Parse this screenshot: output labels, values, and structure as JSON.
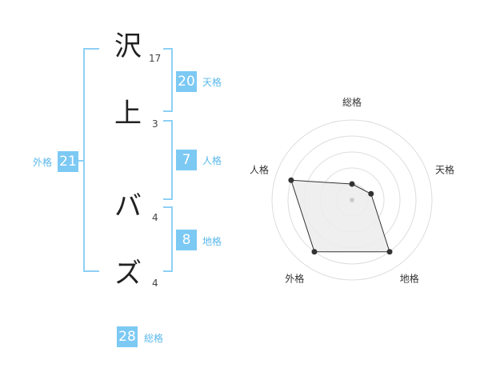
{
  "name": {
    "characters": [
      {
        "char": "沢",
        "strokes": "17"
      },
      {
        "char": "上",
        "strokes": "3"
      },
      {
        "char": "バ",
        "strokes": "4"
      },
      {
        "char": "ズ",
        "strokes": "4"
      }
    ]
  },
  "fortune": {
    "tenkaku": {
      "value": "20",
      "label": "天格"
    },
    "jinkaku": {
      "value": "7",
      "label": "人格"
    },
    "chikaku": {
      "value": "8",
      "label": "地格"
    },
    "gaikaku": {
      "value": "21",
      "label": "外格"
    },
    "soukaku": {
      "value": "28",
      "label": "総格"
    }
  },
  "chart_data": {
    "type": "radar",
    "axes": [
      "総格",
      "天格",
      "地格",
      "外格",
      "人格"
    ],
    "values": [
      0.2,
      0.25,
      0.8,
      0.8,
      0.8
    ],
    "range": [
      0,
      1
    ],
    "rings": 5,
    "colors": {
      "fill": "#ececec",
      "line": "#333333",
      "ring": "#dddddd",
      "point": "#333333",
      "center": "#cccccc"
    }
  },
  "colors": {
    "accent": "#7cc9f4",
    "bracket": "#8fcff5",
    "label": "#5ab8ec"
  }
}
